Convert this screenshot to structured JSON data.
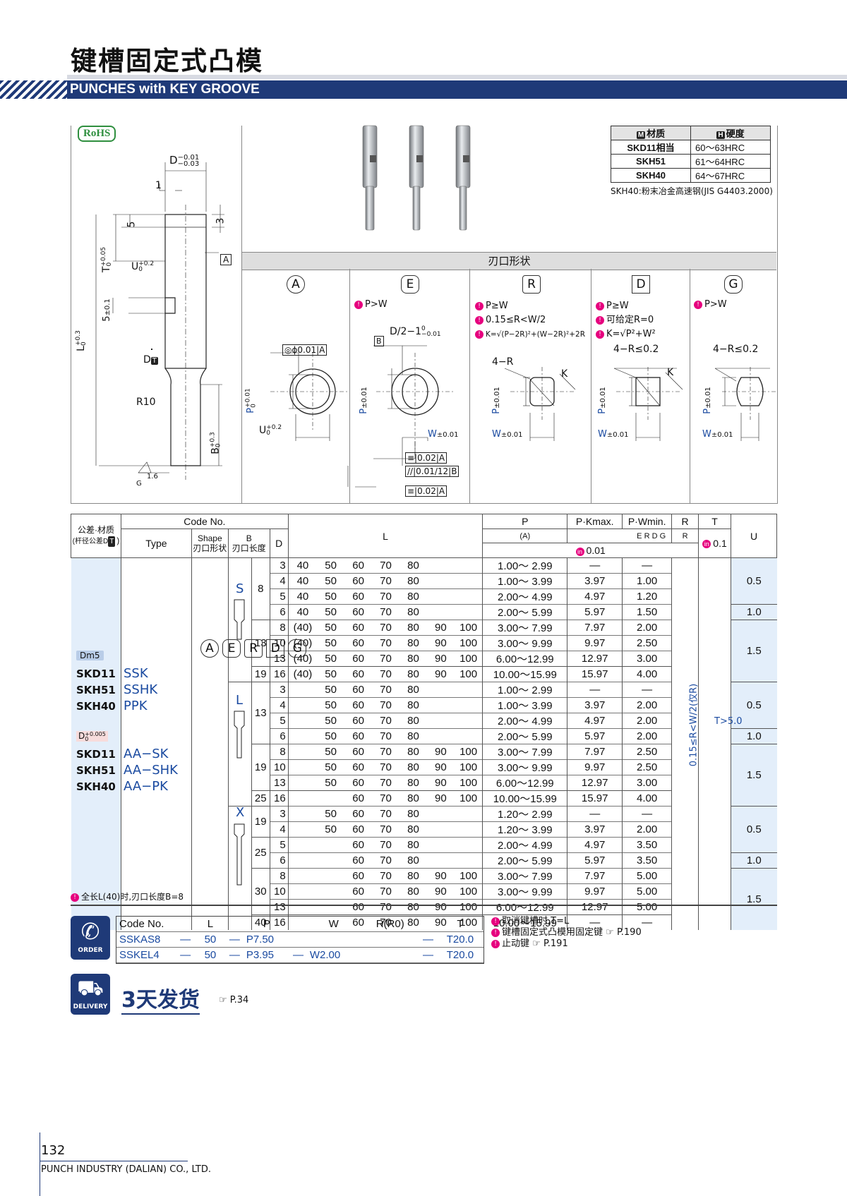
{
  "header": {
    "title_cn": "键槽固定式凸模",
    "title_en": "PUNCHES with KEY GROOVE"
  },
  "drawing": {
    "rohs": "RoHS",
    "dim_d": "D",
    "dim_d_tol_upper": "−0.01",
    "dim_d_tol_lower": "−0.03",
    "dim_1": "1",
    "dim_5": "5",
    "dim_3": "3",
    "datum_a": "A",
    "dim_t": "T",
    "dim_t_tol": "+0.05",
    "dim_t_tol_low": "0",
    "dim_u": "U",
    "dim_u_tol": "+0.2",
    "dim_u_tol_low": "0",
    "dim_5b": "5",
    "dim_5b_tol": "±0.1",
    "dim_l": "L",
    "dim_l_tol": "+0.3",
    "dim_l_tol_low": "0",
    "dim_dt": "D",
    "dim_r10": "R10",
    "dim_b": "B",
    "dim_b_tol": "+0.3",
    "dim_b_tol_low": "0",
    "roughness": "1.6",
    "roughness_g": "G"
  },
  "material": {
    "col1": "材质",
    "col2": "硬度",
    "rows": [
      {
        "m": "SKD11相当",
        "h": "60～63HRC"
      },
      {
        "m": "SKH51",
        "h": "61～64HRC"
      },
      {
        "m": "SKH40",
        "h": "64～67HRC"
      }
    ],
    "note": "SKH40:粉末冶金高速钢(JIS G4403.2000)",
    "icon_m": "M",
    "icon_h": "H"
  },
  "shapes": {
    "title": "刃口形状",
    "items": [
      {
        "letter": "A",
        "conds": []
      },
      {
        "letter": "E",
        "conds": [
          "P>W"
        ]
      },
      {
        "letter": "R",
        "conds": [
          "P≥W",
          "0.15≤R<W/2",
          "K=√(P−2R)²+(W−2R)²+2R"
        ]
      },
      {
        "letter": "D",
        "conds": [
          "P≥W",
          "可给定R=0",
          "K=√P²+W²"
        ]
      },
      {
        "letter": "G",
        "conds": [
          "P>W"
        ]
      }
    ],
    "fig_a_tol": "ϕ0.01",
    "fig_a_datum": "A",
    "fig_e_d2": "D/2−1",
    "fig_e_d2_tol": "0",
    "fig_e_d2_tol_low": "−0.01",
    "fig_e_b": "B",
    "fig_p": "P",
    "fig_p_tol_a": "+0.01",
    "fig_p_tol_a_low": "0",
    "fig_p_tol": "±0.01",
    "fig_u": "U",
    "fig_u_tol": "+0.2",
    "fig_u_tol_low": "0",
    "fig_w": "W",
    "fig_w_tol": "±0.01",
    "fig_4r": "4−R",
    "fig_4r2": "4−R≤0.2",
    "fig_k": "K",
    "fig_sym1": "0.02",
    "fig_sym1_datum": "A",
    "fig_par": "0.01/12",
    "fig_par_datum": "B",
    "fig_sym2": "0.02",
    "fig_sym2_datum": "A"
  },
  "spec": {
    "h_tol_mat": "公差·材质",
    "h_tol_sub": "(杆径公差D",
    "h_codeno": "Code No.",
    "h_type": "Type",
    "h_shape": "Shape",
    "h_shape_cn": "刃口形状",
    "h_b": "B",
    "h_b_cn": "刃口长度",
    "h_d": "D",
    "h_l": "L",
    "h_p": "P",
    "h_pk": "P·Kmax.",
    "h_pw": "P·Wmin.",
    "h_r": "R",
    "h_t": "T",
    "h_u": "U",
    "h_p_sub": "A",
    "h_pk_sub": "E R D G",
    "h_r_sub": "R",
    "h_t_sub": "0.1",
    "h_p_tol": "0.01",
    "tol_dm5": "Dm5",
    "tol_d2": "D",
    "tol_d2_sup": "+0.005",
    "tol_d2_sub": "0",
    "mats1": [
      "SKD11",
      "SKH51",
      "SKH40"
    ],
    "types1": [
      "SSK",
      "SSHK",
      "PPK"
    ],
    "mats2": [
      "SKD11",
      "SKH51",
      "SKH40"
    ],
    "types2": [
      "AA−SK",
      "AA−SHK",
      "AA−PK"
    ],
    "shape_letters": [
      "A",
      "E",
      "R",
      "D",
      "G"
    ],
    "group_s": "S",
    "group_l": "L",
    "group_x": "X",
    "r_cond": "0.15≤R<W/2(仅R)",
    "t_cond": "T>5.0",
    "rows": [
      {
        "b": "8",
        "d": "3",
        "l": [
          "40",
          "50",
          "60",
          "70",
          "80",
          "",
          ""
        ],
        "p": "1.00～ 2.99",
        "pk": "—",
        "pw": "—",
        "u": "0.5"
      },
      {
        "b": "",
        "d": "4",
        "l": [
          "40",
          "50",
          "60",
          "70",
          "80",
          "",
          ""
        ],
        "p": "1.00～ 3.99",
        "pk": "3.97",
        "pw": "1.00",
        "u": ""
      },
      {
        "b": "",
        "d": "5",
        "l": [
          "40",
          "50",
          "60",
          "70",
          "80",
          "",
          ""
        ],
        "p": "2.00～ 4.99",
        "pk": "4.97",
        "pw": "1.20",
        "u": ""
      },
      {
        "b": "",
        "d": "6",
        "l": [
          "40",
          "50",
          "60",
          "70",
          "80",
          "",
          ""
        ],
        "p": "2.00～ 5.99",
        "pk": "5.97",
        "pw": "1.50",
        "u": "1.0"
      },
      {
        "b": "13",
        "d": "8",
        "l": [
          "(40)",
          "50",
          "60",
          "70",
          "80",
          "90",
          "100"
        ],
        "p": "3.00～ 7.99",
        "pk": "7.97",
        "pw": "2.00",
        "u": "1.5"
      },
      {
        "b": "",
        "d": "10",
        "l": [
          "(40)",
          "50",
          "60",
          "70",
          "80",
          "90",
          "100"
        ],
        "p": "3.00～ 9.99",
        "pk": "9.97",
        "pw": "2.50",
        "u": ""
      },
      {
        "b": "",
        "d": "13",
        "l": [
          "(40)",
          "50",
          "60",
          "70",
          "80",
          "90",
          "100"
        ],
        "p": "6.00～12.99",
        "pk": "12.97",
        "pw": "3.00",
        "u": ""
      },
      {
        "b": "19",
        "d": "16",
        "l": [
          "(40)",
          "50",
          "60",
          "70",
          "80",
          "90",
          "100"
        ],
        "p": "10.00～15.99",
        "pk": "15.97",
        "pw": "4.00",
        "u": ""
      },
      {
        "b": "13",
        "d": "3",
        "l": [
          "",
          "50",
          "60",
          "70",
          "80",
          "",
          ""
        ],
        "p": "1.00～ 2.99",
        "pk": "—",
        "pw": "—",
        "u": "0.5"
      },
      {
        "b": "",
        "d": "4",
        "l": [
          "",
          "50",
          "60",
          "70",
          "80",
          "",
          ""
        ],
        "p": "1.00～ 3.99",
        "pk": "3.97",
        "pw": "2.00",
        "u": ""
      },
      {
        "b": "",
        "d": "5",
        "l": [
          "",
          "50",
          "60",
          "70",
          "80",
          "",
          ""
        ],
        "p": "2.00～ 4.99",
        "pk": "4.97",
        "pw": "2.00",
        "u": ""
      },
      {
        "b": "",
        "d": "6",
        "l": [
          "",
          "50",
          "60",
          "70",
          "80",
          "",
          ""
        ],
        "p": "2.00～ 5.99",
        "pk": "5.97",
        "pw": "2.00",
        "u": "1.0"
      },
      {
        "b": "19",
        "d": "8",
        "l": [
          "",
          "50",
          "60",
          "70",
          "80",
          "90",
          "100"
        ],
        "p": "3.00～ 7.99",
        "pk": "7.97",
        "pw": "2.50",
        "u": "1.5"
      },
      {
        "b": "",
        "d": "10",
        "l": [
          "",
          "50",
          "60",
          "70",
          "80",
          "90",
          "100"
        ],
        "p": "3.00～ 9.99",
        "pk": "9.97",
        "pw": "2.50",
        "u": ""
      },
      {
        "b": "",
        "d": "13",
        "l": [
          "",
          "50",
          "60",
          "70",
          "80",
          "90",
          "100"
        ],
        "p": "6.00～12.99",
        "pk": "12.97",
        "pw": "3.00",
        "u": ""
      },
      {
        "b": "25",
        "d": "16",
        "l": [
          "",
          "",
          "60",
          "70",
          "80",
          "90",
          "100"
        ],
        "p": "10.00～15.99",
        "pk": "15.97",
        "pw": "4.00",
        "u": ""
      },
      {
        "b": "19",
        "d": "3",
        "l": [
          "",
          "50",
          "60",
          "70",
          "80",
          "",
          ""
        ],
        "p": "1.20～ 2.99",
        "pk": "—",
        "pw": "—",
        "u": "0.5"
      },
      {
        "b": "",
        "d": "4",
        "l": [
          "",
          "50",
          "60",
          "70",
          "80",
          "",
          ""
        ],
        "p": "1.20～ 3.99",
        "pk": "3.97",
        "pw": "2.00",
        "u": ""
      },
      {
        "b": "25",
        "d": "5",
        "l": [
          "",
          "",
          "60",
          "70",
          "80",
          "",
          ""
        ],
        "p": "2.00～ 4.99",
        "pk": "4.97",
        "pw": "3.50",
        "u": ""
      },
      {
        "b": "",
        "d": "6",
        "l": [
          "",
          "",
          "60",
          "70",
          "80",
          "",
          ""
        ],
        "p": "2.00～ 5.99",
        "pk": "5.97",
        "pw": "3.50",
        "u": "1.0"
      },
      {
        "b": "30",
        "d": "8",
        "l": [
          "",
          "",
          "60",
          "70",
          "80",
          "90",
          "100"
        ],
        "p": "3.00～ 7.99",
        "pk": "7.97",
        "pw": "5.00",
        "u": "1.5"
      },
      {
        "b": "",
        "d": "10",
        "l": [
          "",
          "",
          "60",
          "70",
          "80",
          "90",
          "100"
        ],
        "p": "3.00～ 9.99",
        "pk": "9.97",
        "pw": "5.00",
        "u": ""
      },
      {
        "b": "",
        "d": "13",
        "l": [
          "",
          "",
          "60",
          "70",
          "80",
          "90",
          "100"
        ],
        "p": "6.00～12.99",
        "pk": "12.97",
        "pw": "5.00",
        "u": ""
      },
      {
        "b": "40",
        "d": "16",
        "l": [
          "",
          "",
          "60",
          "70",
          "80",
          "90",
          "100"
        ],
        "p": "10.00～15.99",
        "pk": "—",
        "pw": "—",
        "u": ""
      }
    ],
    "footnote": "全长L(40)时,刃口长度B=8"
  },
  "order": {
    "label": "ORDER",
    "headers": [
      "Code No.",
      "L",
      "P",
      "W",
      "R(R0)",
      "T"
    ],
    "rows": [
      {
        "code": "SSKAS8",
        "d1": "—",
        "l": "50",
        "d2": "—",
        "p": "P7.50",
        "d3": "",
        "w": "",
        "d4": "—",
        "t": "T20.0"
      },
      {
        "code": "SSKEL4",
        "d1": "—",
        "l": "50",
        "d2": "—",
        "p": "P3.95",
        "d3": "—",
        "w": "W2.00",
        "d4": "—",
        "t": "T20.0"
      }
    ],
    "notes": [
      {
        "text": "取消键槽时,T=L",
        "ref": ""
      },
      {
        "text": "键槽固定式凸模用固定键",
        "ref": "P.190"
      },
      {
        "text": "止动键",
        "ref": "P.191"
      }
    ]
  },
  "delivery": {
    "label": "DELIVERY",
    "text": "3天发货",
    "ref": "P.34"
  },
  "footer": {
    "page": "132",
    "company": "PUNCH INDUSTRY (DALIAN) CO., LTD."
  }
}
